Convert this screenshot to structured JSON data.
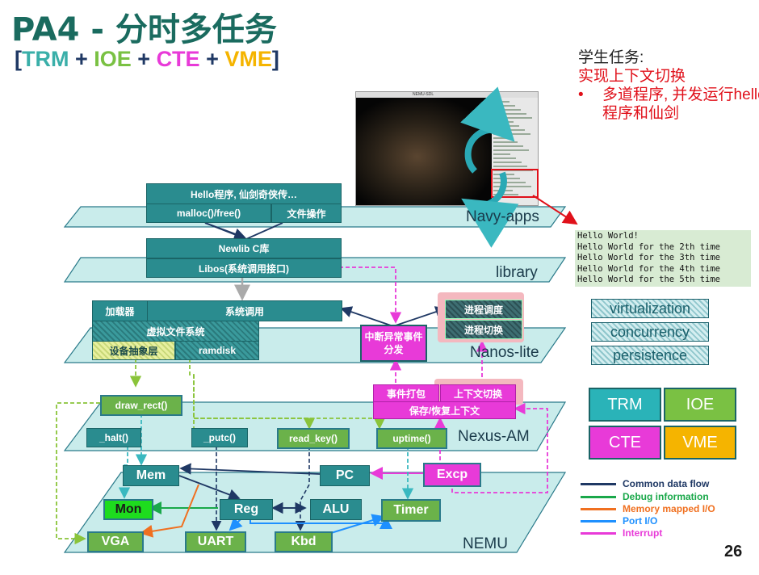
{
  "title": "PA4 - 分时多任务",
  "subtitle": {
    "open": "[",
    "trm": "TRM",
    "p1": " + ",
    "ioe": "IOE",
    "p2": " + ",
    "cte": "CTE",
    "p3": " + ",
    "vme": "VME",
    "close": "]"
  },
  "task": {
    "heading": "学生任务:",
    "line1": "实现上下文切换",
    "bullet_dot": "•",
    "bullet": "多道程序, 并发运行hello程序和仙剑"
  },
  "terminal_lines": [
    "Hello World!",
    "Hello World for the 2th time",
    "Hello World for the 3th time",
    "Hello World for the 4th time",
    "Hello World for the 5th time"
  ],
  "layers": {
    "navy_apps": "Navy-apps",
    "library": "library",
    "nanos_lite": "Nanos-lite",
    "nexus_am": "Nexus-AM",
    "nemu": "NEMU"
  },
  "boxes": {
    "hello": "Hello程序, 仙剑奇侠传…",
    "malloc": "malloc()/free()",
    "file_ops": "文件操作",
    "newlib": "Newlib C库",
    "libos": "Libos(系统调用接口)",
    "loader": "加载器",
    "syscall": "系统调用",
    "vfs": "虚拟文件系统",
    "device_abs": "设备抽象层",
    "ramdisk": "ramdisk",
    "irq_dispatch": "中断异常事件分发",
    "sched": "进程调度",
    "proc_switch": "进程切换",
    "event_pack": "事件打包",
    "ctx_switch": "上下文切换",
    "save_restore": "保存/恢复上下文",
    "draw_rect": "draw_rect()",
    "halt": "_halt()",
    "putc": "_putc()",
    "read_key": "read_key()",
    "uptime": "uptime()",
    "mem": "Mem",
    "pc": "PC",
    "excp": "Excp",
    "mon": "Mon",
    "reg": "Reg",
    "alu": "ALU",
    "timer": "Timer",
    "vga": "VGA",
    "uart": "UART",
    "kbd": "Kbd"
  },
  "concepts": [
    "virtualization",
    "concurrency",
    "persistence"
  ],
  "modules": [
    {
      "label": "TRM",
      "color": "#2ab3b8"
    },
    {
      "label": "IOE",
      "color": "#7ac143"
    },
    {
      "label": "CTE",
      "color": "#e83ad8"
    },
    {
      "label": "VME",
      "color": "#f5b400"
    }
  ],
  "legend": [
    {
      "label": "Common data flow",
      "color": "#1f3864"
    },
    {
      "label": "Debug information",
      "color": "#1aa84a"
    },
    {
      "label": "Memory mapped I/O",
      "color": "#f07020"
    },
    {
      "label": "Port I/O",
      "color": "#1e90ff"
    },
    {
      "label": "Interrupt",
      "color": "#e83ad8"
    }
  ],
  "colors": {
    "title": "#1a6b5f",
    "layer_fill": "#c9eceb",
    "layer_stroke": "#2a7a8a"
  },
  "screenshot": {
    "window_title": "NEMU-SDL"
  },
  "page_number": "26"
}
